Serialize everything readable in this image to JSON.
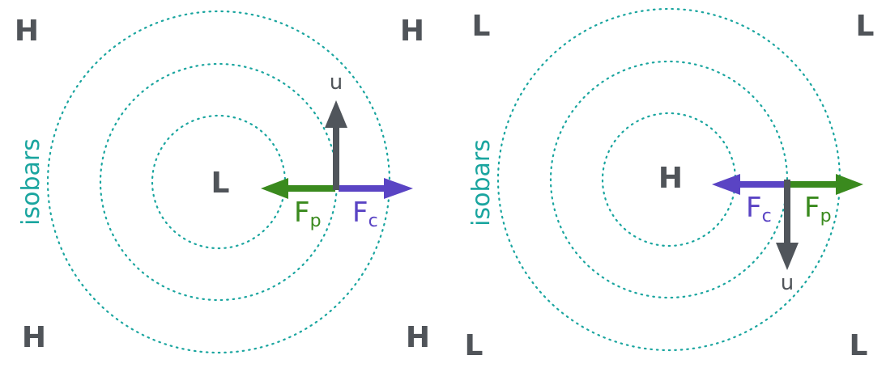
{
  "colors": {
    "isobar": "#1aa59f",
    "pressure_gradient_force": "#3a8a1e",
    "centrifugal_force": "#5a44c4",
    "velocity": "#50555b",
    "pressure_letter": "#505459"
  },
  "panels": [
    {
      "center_label": "L",
      "corner_labels": [
        "H",
        "H",
        "H",
        "H"
      ],
      "isobar_label": "isobars",
      "velocity_label": "u",
      "velocity_direction": "up",
      "force_p": {
        "main": "F",
        "sub": "p",
        "direction": "inward"
      },
      "force_c": {
        "main": "F",
        "sub": "c",
        "direction": "outward"
      }
    },
    {
      "center_label": "H",
      "corner_labels": [
        "L",
        "L",
        "L",
        "L"
      ],
      "isobar_label": "isobars",
      "velocity_label": "u",
      "velocity_direction": "down",
      "force_c": {
        "main": "F",
        "sub": "c",
        "direction": "inward"
      },
      "force_p": {
        "main": "F",
        "sub": "p",
        "direction": "outward"
      }
    }
  ]
}
